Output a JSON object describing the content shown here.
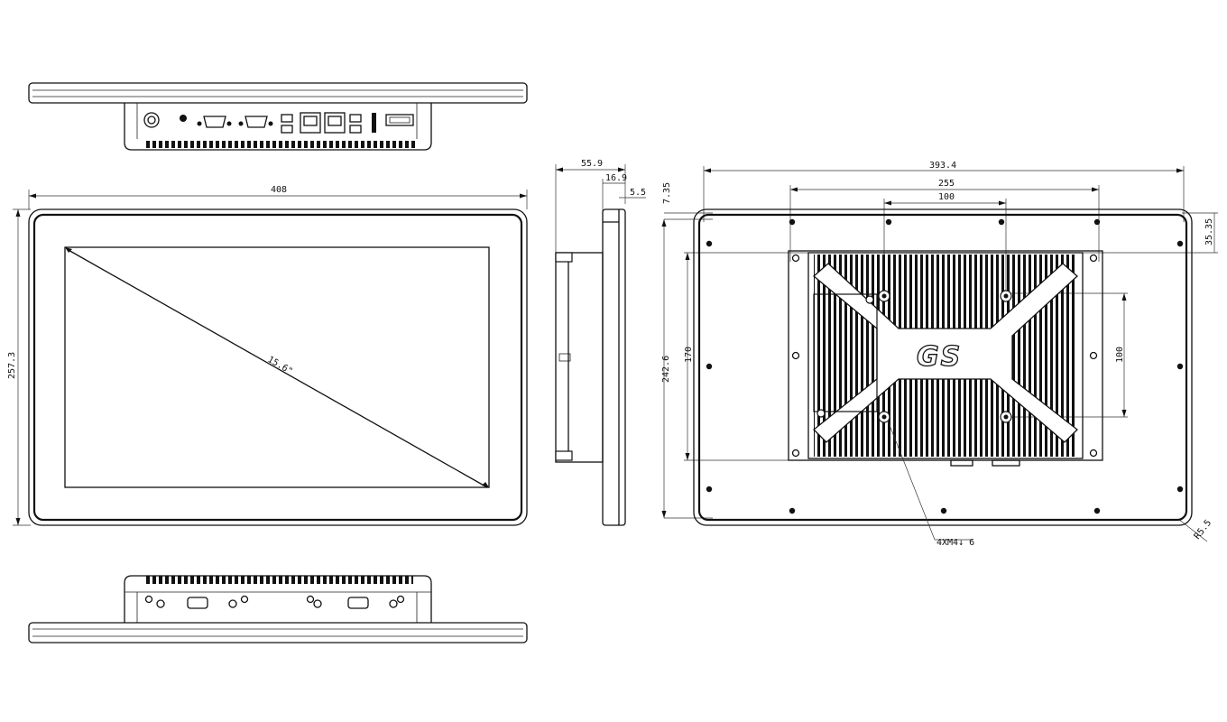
{
  "drawing": {
    "front_view": {
      "width_dim": "408",
      "height_dim": "257.3",
      "diagonal": "15.6\""
    },
    "side_view": {
      "depth_dim": "55.9",
      "bezel_dim": "16.9",
      "panel_dim": "5.5"
    },
    "rear_view": {
      "width_dim": "393.4",
      "vesa_outer_dim": "255",
      "vesa_inner_dim": "100",
      "vesa_vertical_dim": "100",
      "height_dim": "242.6",
      "inner_height_dim": "170",
      "top_offset_dim": "7.35",
      "side_offset_dim": "35.35",
      "corner_radius_dim": "R5.5",
      "screw_callout": "4XM4↓ 6",
      "logo": "GS"
    }
  }
}
